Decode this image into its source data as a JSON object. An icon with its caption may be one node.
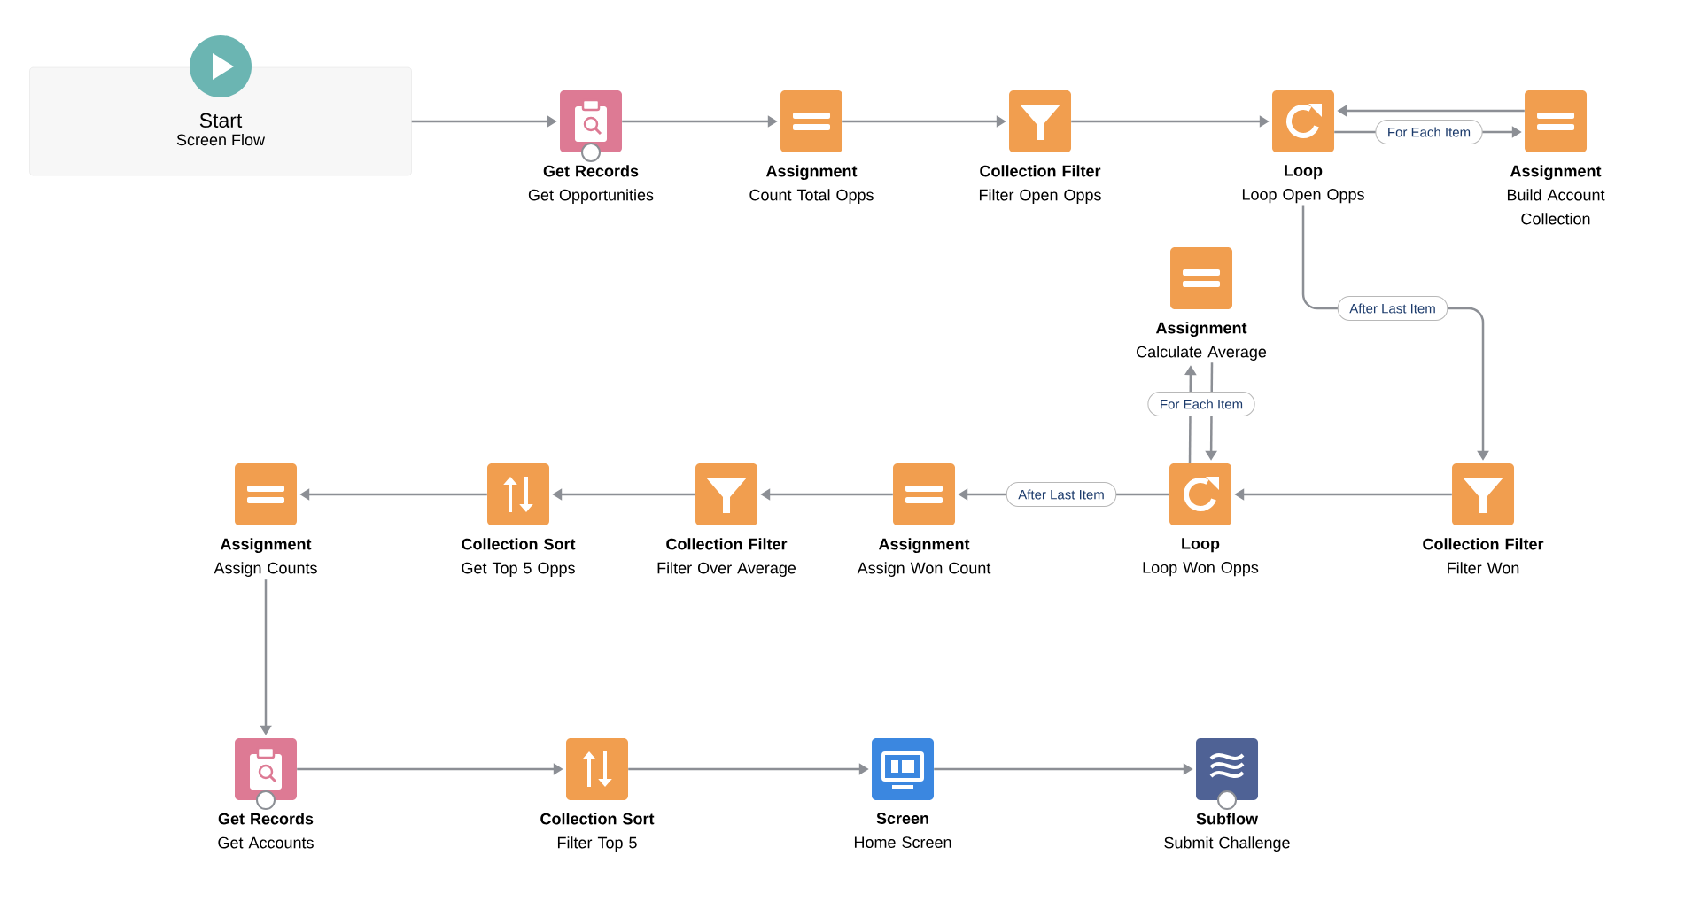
{
  "diagram": {
    "nodes": [
      {
        "text": [
          "Start",
          "Screen Flow"
        ]
      },
      {
        "text": [
          "Get Records",
          "Get Opportunities"
        ]
      },
      {
        "text": [
          "Assignment",
          "Count Total Opps"
        ]
      },
      {
        "text": [
          "Collection Filter",
          "Filter Open Opps"
        ]
      },
      {
        "text": [
          "Loop",
          "Loop Open Opps"
        ]
      },
      {
        "text": [
          "Assignment",
          "Build Account Collection"
        ]
      },
      {
        "text": [
          "Assignment",
          "Calculate Average"
        ]
      },
      {
        "text": [
          "Loop",
          "Loop Won Opps"
        ]
      },
      {
        "text": [
          "Collection Filter",
          "Filter Won"
        ]
      },
      {
        "text": [
          "Assignment",
          "Assign Won Count"
        ]
      },
      {
        "text": [
          "Collection Filter",
          "Filter Over Average"
        ]
      },
      {
        "text": [
          "Collection Sort",
          "Get Top 5 Opps"
        ]
      },
      {
        "text": [
          "Assignment",
          "Assign Counts"
        ]
      },
      {
        "text": [
          "Get Records",
          "Get Accounts"
        ]
      },
      {
        "text": [
          "Collection Sort",
          "Filter Top 5"
        ]
      },
      {
        "text": [
          "Screen",
          "Home Screen"
        ]
      },
      {
        "text": [
          "Subflow",
          "Submit Challenge"
        ]
      }
    ],
    "edges": [
      {
        "from": 0,
        "to": 1,
        "arrow": "to"
      },
      {
        "from": 1,
        "to": 2,
        "arrow": "to"
      },
      {
        "from": 2,
        "to": 3,
        "arrow": "to"
      },
      {
        "from": 3,
        "to": 4,
        "arrow": "to"
      },
      {
        "from": 4,
        "to": 5,
        "arrow": "to",
        "label": "For Each Item"
      },
      {
        "from": 5,
        "to": 4,
        "arrow": "to"
      },
      {
        "from": 4,
        "to": 8,
        "arrow": "to",
        "label": "After Last Item"
      },
      {
        "from": 8,
        "to": 7,
        "arrow": "to"
      },
      {
        "from": 7,
        "to": 6,
        "arrow": "to",
        "label": "For Each Item"
      },
      {
        "from": 6,
        "to": 7,
        "arrow": "to"
      },
      {
        "from": 7,
        "to": 9,
        "arrow": "to",
        "label": "After Last Item"
      },
      {
        "from": 9,
        "to": 10,
        "arrow": "to"
      },
      {
        "from": 10,
        "to": 11,
        "arrow": "to"
      },
      {
        "from": 11,
        "to": 12,
        "arrow": "to"
      },
      {
        "from": 12,
        "to": 13,
        "arrow": "to"
      },
      {
        "from": 13,
        "to": 14,
        "arrow": "to"
      },
      {
        "from": 14,
        "to": 15,
        "arrow": "to"
      },
      {
        "from": 15,
        "to": 16,
        "arrow": "to"
      }
    ]
  }
}
